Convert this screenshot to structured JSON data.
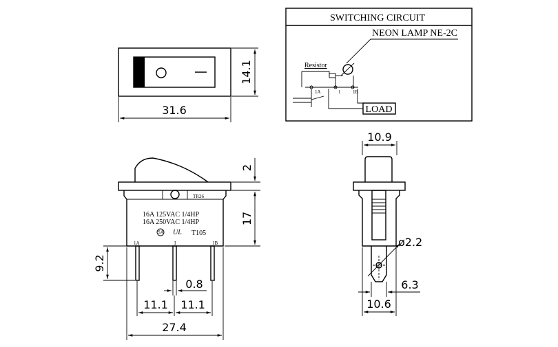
{
  "circuit": {
    "title": "SWITCHING CIRCUIT",
    "lamp_label": "NEON LAMP NE-2C",
    "resistor_label": "Resistor",
    "terminal_1a": "1A",
    "terminal_1": "1",
    "terminal_1b": "1B",
    "load_label": "LOAD"
  },
  "top_view": {
    "width_dim": "31.6",
    "height_dim": "14.1",
    "off_mark": "O",
    "on_mark": "—"
  },
  "front_view": {
    "model_code": "TR26",
    "rating_1": "16A 125VAC 1/4HP",
    "rating_2": "16A 250VAC 1/4HP",
    "csa_mark": "SA",
    "ul_mark": "UL",
    "series": "T105",
    "pin_1a": "1A",
    "pin_1": "I",
    "pin_1b": "1B",
    "rocker_height_dim": "2",
    "body_height_dim": "17",
    "pin_length_dim": "9.2",
    "pin_thickness_dim": "0.8",
    "pitch_left_dim": "11.1",
    "pitch_right_dim": "11.1",
    "overall_width_dim": "27.4"
  },
  "side_view": {
    "top_width_dim": "10.9",
    "hole_dim": "ø2.2",
    "tab_width_dim": "6.3",
    "bottom_width_dim": "10.6"
  }
}
